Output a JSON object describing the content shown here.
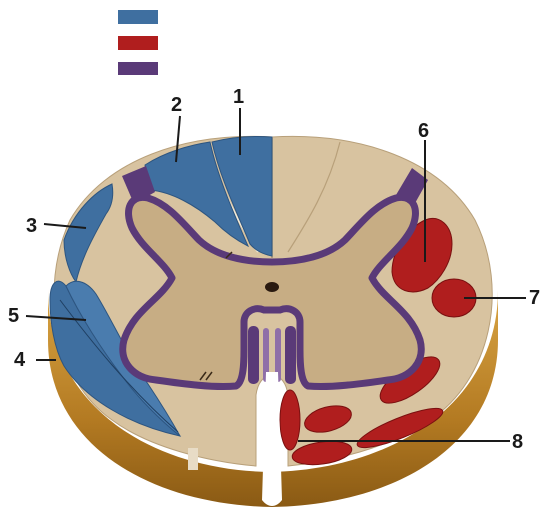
{
  "legend": [
    {
      "color": "#3f6fa0"
    },
    {
      "color": "#b01e1e"
    },
    {
      "color": "#5a3a78"
    }
  ],
  "labels": {
    "l1": "1",
    "l2": "2",
    "l3": "3",
    "l4": "4",
    "l5": "5",
    "l6": "6",
    "l7": "7",
    "l8": "8"
  },
  "colors": {
    "ascending_tracts": "#3f6fa0",
    "descending_tracts": "#b01e1e",
    "propriospinal": "#5a3a78",
    "white_matter": "#d8c3a0",
    "grey_matter": "#c7ad84",
    "cut_surface": "#c8902f"
  }
}
